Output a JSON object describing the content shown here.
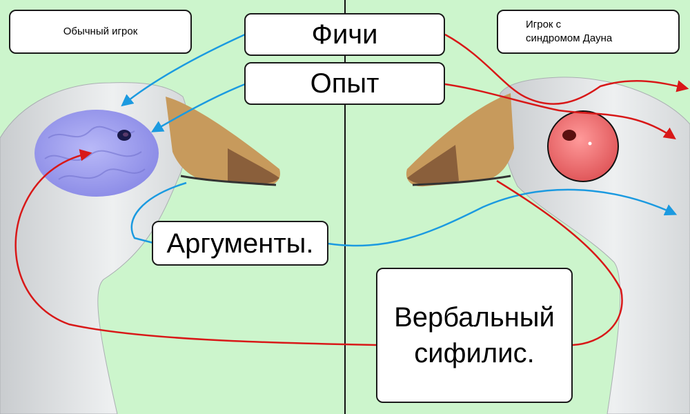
{
  "labels": {
    "normal_player": "Обычный игрок",
    "down_player": "Игрок с\nсиндромом Дауна",
    "features": "Фичи",
    "experience": "Опыт",
    "arguments": "Аргументы.",
    "verbal_syphilis": "Вербальный\nсифилис."
  },
  "colors": {
    "background": "#ccf5cc",
    "divider": "#111111",
    "arrow_blue": "#1b9ae0",
    "arrow_red": "#d81818",
    "brain": "#9b9bf0",
    "bad_eye": "#f0787a"
  }
}
